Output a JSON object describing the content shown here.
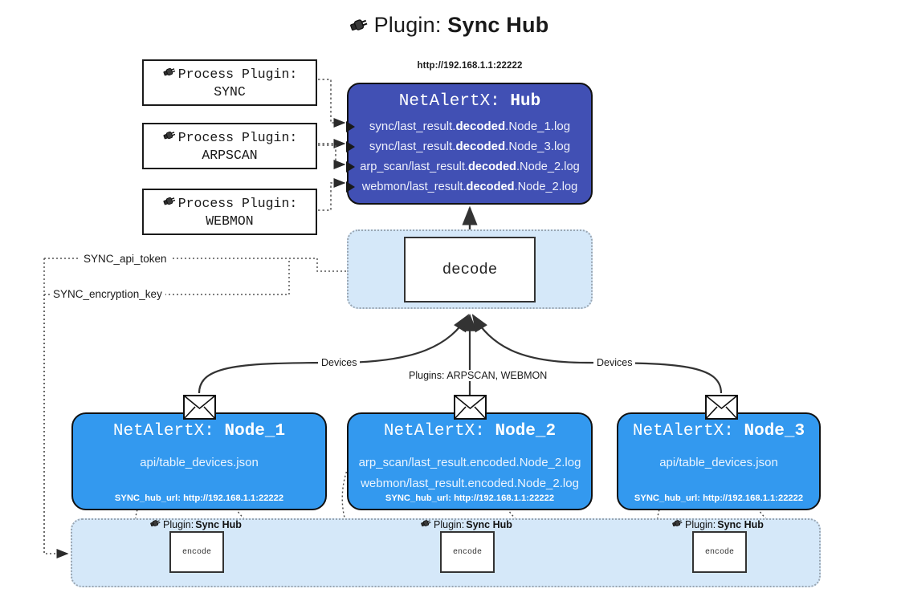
{
  "title": {
    "icon": "plug-icon",
    "label": "Plugin:",
    "value": "Sync Hub"
  },
  "process_plugins": [
    {
      "icon": "plug-icon",
      "label": "Process Plugin:",
      "name": "SYNC"
    },
    {
      "icon": "plug-icon",
      "label": "Process Plugin:",
      "name": "ARPSCAN"
    },
    {
      "icon": "plug-icon",
      "label": "Process Plugin:",
      "name": "WEBMON"
    }
  ],
  "hub": {
    "url": "http://192.168.1.1:22222",
    "title_label": "NetAlertX:",
    "title_value": "Hub",
    "logs": [
      {
        "pre": "sync/last_result.",
        "mid": "decoded",
        "post": ".Node_1.log"
      },
      {
        "pre": "sync/last_result.",
        "mid": "decoded",
        "post": ".Node_3.log"
      },
      {
        "pre": "arp_scan/last_result.",
        "mid": "decoded",
        "post": ".Node_2.log"
      },
      {
        "pre": "webmon/last_result.",
        "mid": "decoded",
        "post": ".Node_2.log"
      }
    ]
  },
  "decode": {
    "label": "decode"
  },
  "keys": [
    {
      "name": "SYNC_api_token"
    },
    {
      "name": "SYNC_encryption_key"
    }
  ],
  "edges": [
    {
      "label": "Devices"
    },
    {
      "label": "Plugins: ARPSCAN, WEBMON"
    },
    {
      "label": "Devices"
    }
  ],
  "nodes": [
    {
      "title_label": "NetAlertX:",
      "title_value": "Node_1",
      "lines": [
        "api/table_devices.json"
      ],
      "footer": "SYNC_hub_url: http://192.168.1.1:22222",
      "icon": "envelope-icon"
    },
    {
      "title_label": "NetAlertX:",
      "title_value": "Node_2",
      "lines": [
        "arp_scan/last_result.encoded.Node_2.log",
        "webmon/last_result.encoded.Node_2.log"
      ],
      "footer": "SYNC_hub_url: http://192.168.1.1:22222",
      "icon": "envelope-icon"
    },
    {
      "title_label": "NetAlertX:",
      "title_value": "Node_3",
      "lines": [
        "api/table_devices.json"
      ],
      "footer": "SYNC_hub_url: http://192.168.1.1:22222",
      "icon": "envelope-icon"
    }
  ],
  "encoders": [
    {
      "tag_icon": "plug-icon",
      "tag_label": "Plugin:",
      "tag_value": "Sync Hub",
      "box_label": "encode"
    },
    {
      "tag_icon": "plug-icon",
      "tag_label": "Plugin:",
      "tag_value": "Sync Hub",
      "box_label": "encode"
    },
    {
      "tag_icon": "plug-icon",
      "tag_label": "Plugin:",
      "tag_value": "Sync Hub",
      "box_label": "encode"
    }
  ],
  "colors": {
    "hub_fill": "#4150b4",
    "node_fill": "#3399ef",
    "zone_fill": "#d5e8f9",
    "stroke": "#111111"
  }
}
